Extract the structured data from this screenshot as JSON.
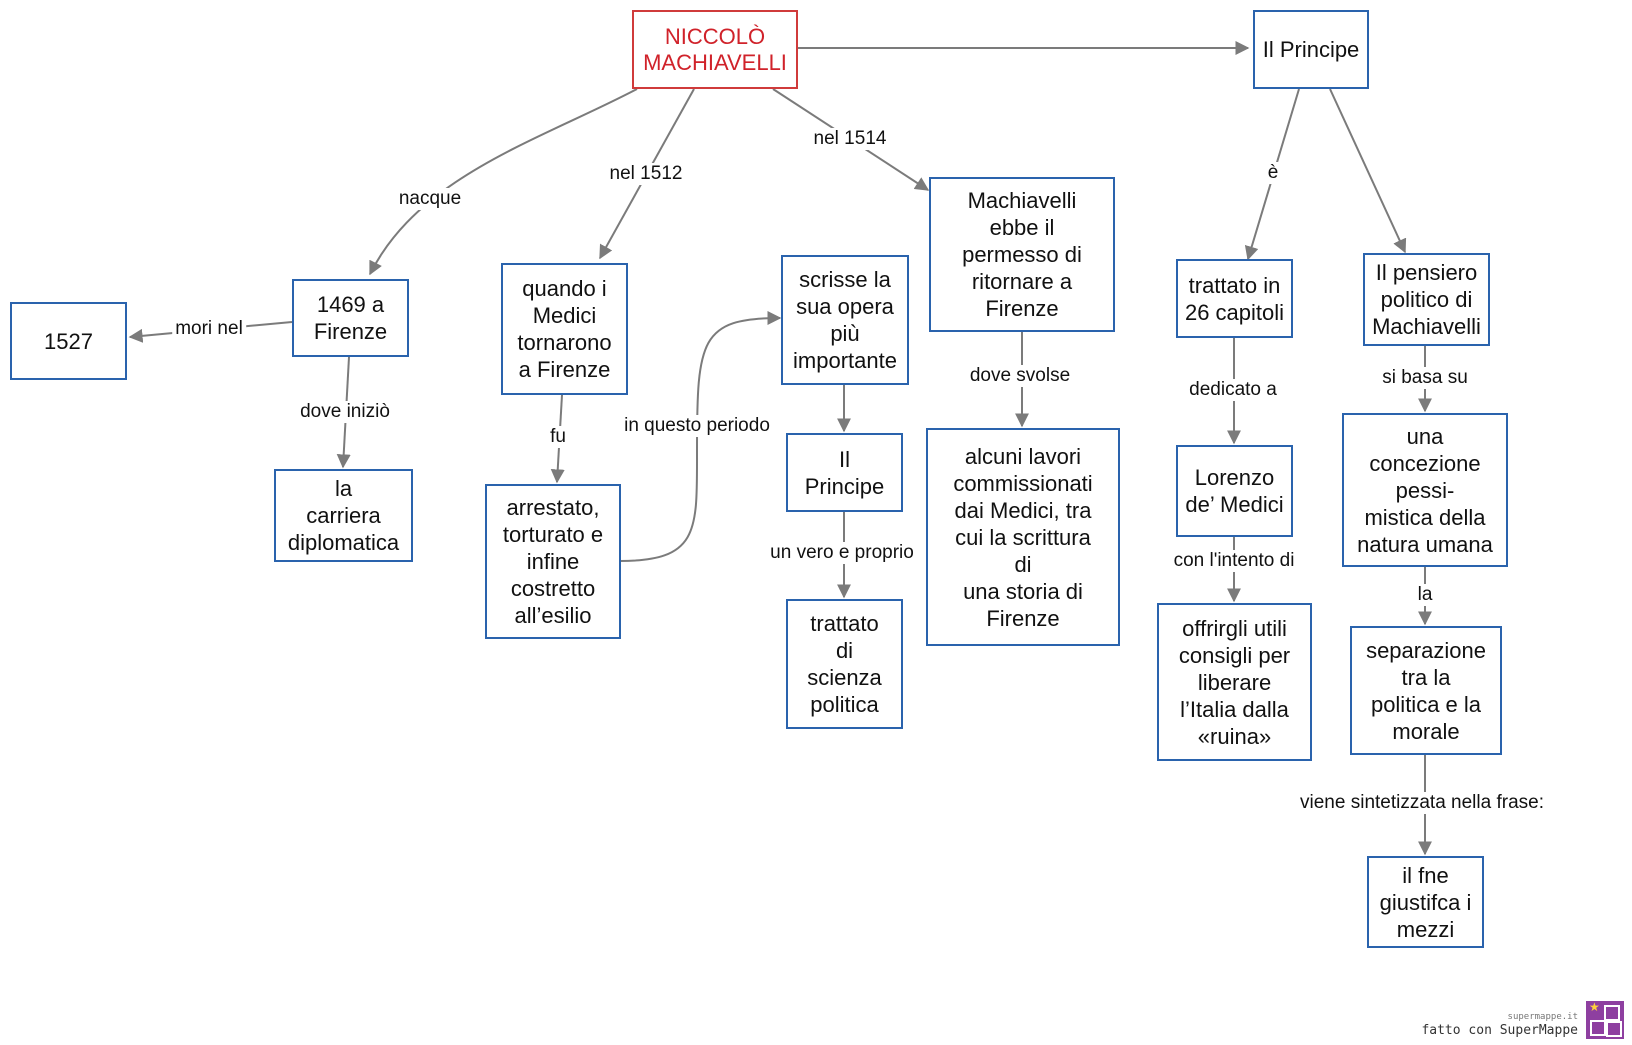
{
  "nodes": {
    "root": "NICCOLÒ\nMACHIAVELLI",
    "principe_top": "Il Principe",
    "nascita": "1469 a\nFirenze",
    "morte": "1527",
    "carriera": "la\ncarriera\ndiplomatica",
    "medici": "quando i\nMedici\ntornarono\na Firenze",
    "arrestato": "arrestato,\ntorturato e\ninfine\ncostretto\nall’esilio",
    "scrisse": "scrisse la\nsua opera\npiù\nimportante",
    "principe_mid": "Il\nPrincipe",
    "trattato_scienza": "trattato\ndi\nscienza\npolitica",
    "permesso": "Machiavelli\nebbe il\npermesso di\nritornare a\nFirenze",
    "lavori": "alcuni lavori\ncommissionati\ndai Medici, tra\ncui la scrittura\ndi\nuna storia di\nFirenze",
    "capitoli": "trattato in\n26 capitoli",
    "lorenzo": "Lorenzo\nde’ Medici",
    "consigli": "offrirgli utili\nconsigli per\nliberare\nl’Italia dalla\n«ruina»",
    "pensiero": "Il pensiero\npolitico di\nMachiavelli",
    "concezione": "una\nconcezione\npessi-\nmistica della\nnatura umana",
    "separazione": "separazione\ntra la\npolitica e la\nmorale",
    "fine": "il fne\ngiustifca i\nmezzi"
  },
  "labels": {
    "nacque": "nacque",
    "nel1512": "nel 1512",
    "nel1514": "nel 1514",
    "mori": "mori nel",
    "dove_inizio": "dove iniziò",
    "fu": "fu",
    "periodo": "in questo periodo",
    "vero": "un vero e proprio",
    "dove_svolse": "dove svolse",
    "e": "è",
    "dedicato": "dedicato a",
    "intento": "con l'intento di",
    "basa": "si basa su",
    "la": "la",
    "sintetizzata": "viene sintetizzata nella frase:"
  },
  "branding": {
    "site": "supermappe.it",
    "made_with": "fatto con SuperMappe"
  },
  "colors": {
    "node_border": "#2a63ad",
    "root_border": "#d03b3b",
    "root_text": "#d0222a",
    "edge": "#7b7b7b",
    "logo": "#8e3fa0"
  }
}
